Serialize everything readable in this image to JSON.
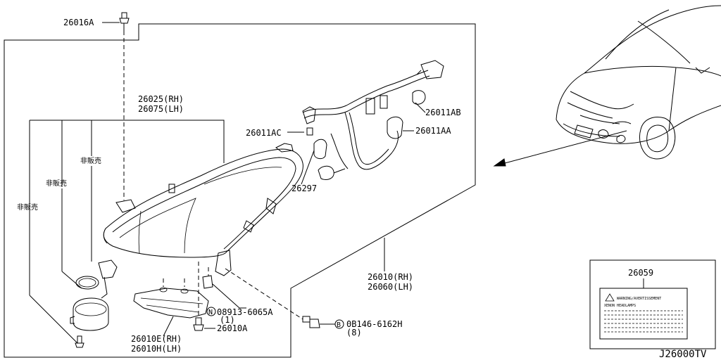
{
  "parts": {
    "p26016a": "26016A",
    "p26025": "26025(RH)",
    "p26075": "26075(LH)",
    "p26011ac": "26011AC",
    "p26011ab": "26011AB",
    "p26011aa": "26011AA",
    "p26297": "26297",
    "p26010": "26010(RH)",
    "p26060": "26060(LH)",
    "p26059": "26059",
    "p08913": "08913-6065A",
    "p08913_qty": "(1)",
    "p08913_prefix": "N",
    "p26010a": "26010A",
    "p26010e": "26010E(RH)",
    "p26010h": "26010H(LH)",
    "p0b146": "0B146-6162H",
    "p0b146_qty": "(8)",
    "p0b146_prefix": "B"
  },
  "notes": {
    "not_sold_1": "非販売",
    "not_sold_2": "非販売",
    "not_sold_3": "非販売"
  },
  "label_sticker": {
    "warning": "WARNING/AVERTISSEMENT",
    "sub": "XENON HEADLAMPS"
  },
  "diagram_id": "J26000TV"
}
